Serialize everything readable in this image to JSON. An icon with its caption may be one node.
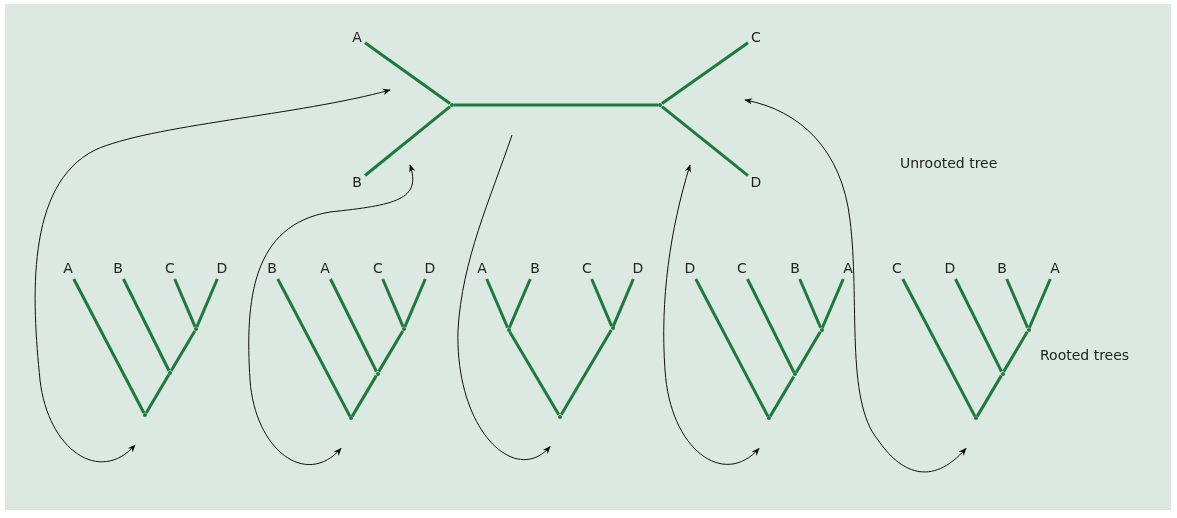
{
  "diagram": {
    "nodes": [
      {
        "text": [
          "A"
        ]
      },
      {
        "text": [
          "B"
        ]
      },
      {
        "text": [
          "C"
        ]
      },
      {
        "text": [
          "D"
        ]
      },
      {
        "text": [],
        "shape": "point"
      },
      {
        "text": [],
        "shape": "point"
      },
      {
        "text": [
          "A"
        ]
      },
      {
        "text": [
          "B"
        ]
      },
      {
        "text": [
          "C"
        ]
      },
      {
        "text": [
          "D"
        ]
      },
      {
        "text": [],
        "shape": "point"
      },
      {
        "text": [],
        "shape": "point"
      },
      {
        "text": [],
        "shape": "point"
      },
      {
        "text": [
          "B"
        ]
      },
      {
        "text": [
          "A"
        ]
      },
      {
        "text": [
          "C"
        ]
      },
      {
        "text": [
          "D"
        ]
      },
      {
        "text": [],
        "shape": "point"
      },
      {
        "text": [],
        "shape": "point"
      },
      {
        "text": [],
        "shape": "point"
      },
      {
        "text": [
          "A"
        ]
      },
      {
        "text": [
          "B"
        ]
      },
      {
        "text": [
          "C"
        ]
      },
      {
        "text": [
          "D"
        ]
      },
      {
        "text": [],
        "shape": "point"
      },
      {
        "text": [],
        "shape": "point"
      },
      {
        "text": [],
        "shape": "point"
      },
      {
        "text": [
          "D"
        ]
      },
      {
        "text": [
          "C"
        ]
      },
      {
        "text": [
          "B"
        ]
      },
      {
        "text": [
          "A"
        ]
      },
      {
        "text": [],
        "shape": "point"
      },
      {
        "text": [],
        "shape": "point"
      },
      {
        "text": [],
        "shape": "point"
      },
      {
        "text": [
          "C"
        ]
      },
      {
        "text": [
          "D"
        ]
      },
      {
        "text": [
          "B"
        ]
      },
      {
        "text": [
          "A"
        ]
      },
      {
        "text": [],
        "shape": "point"
      },
      {
        "text": [],
        "shape": "point"
      },
      {
        "text": [],
        "shape": "point"
      }
    ],
    "edges": [
      {
        "from": 0,
        "to": 4,
        "arrow": "none"
      },
      {
        "from": 1,
        "to": 4,
        "arrow": "none"
      },
      {
        "from": 4,
        "to": 5,
        "arrow": "none"
      },
      {
        "from": 5,
        "to": 2,
        "arrow": "none"
      },
      {
        "from": 5,
        "to": 3,
        "arrow": "none"
      },
      {
        "from": 8,
        "to": 10,
        "arrow": "none"
      },
      {
        "from": 9,
        "to": 10,
        "arrow": "none"
      },
      {
        "from": 7,
        "to": 11,
        "arrow": "none"
      },
      {
        "from": 10,
        "to": 11,
        "arrow": "none"
      },
      {
        "from": 6,
        "to": 12,
        "arrow": "none"
      },
      {
        "from": 11,
        "to": 12,
        "arrow": "none"
      },
      {
        "from": 15,
        "to": 17,
        "arrow": "none"
      },
      {
        "from": 16,
        "to": 17,
        "arrow": "none"
      },
      {
        "from": 14,
        "to": 18,
        "arrow": "none"
      },
      {
        "from": 17,
        "to": 18,
        "arrow": "none"
      },
      {
        "from": 13,
        "to": 19,
        "arrow": "none"
      },
      {
        "from": 18,
        "to": 19,
        "arrow": "none"
      },
      {
        "from": 20,
        "to": 24,
        "arrow": "none"
      },
      {
        "from": 21,
        "to": 24,
        "arrow": "none"
      },
      {
        "from": 22,
        "to": 25,
        "arrow": "none"
      },
      {
        "from": 23,
        "to": 25,
        "arrow": "none"
      },
      {
        "from": 24,
        "to": 26,
        "arrow": "none"
      },
      {
        "from": 25,
        "to": 26,
        "arrow": "none"
      },
      {
        "from": 29,
        "to": 31,
        "arrow": "none"
      },
      {
        "from": 30,
        "to": 31,
        "arrow": "none"
      },
      {
        "from": 28,
        "to": 32,
        "arrow": "none"
      },
      {
        "from": 31,
        "to": 32,
        "arrow": "none"
      },
      {
        "from": 27,
        "to": 33,
        "arrow": "none"
      },
      {
        "from": 32,
        "to": 33,
        "arrow": "none"
      },
      {
        "from": 36,
        "to": 38,
        "arrow": "none"
      },
      {
        "from": 37,
        "to": 38,
        "arrow": "none"
      },
      {
        "from": 35,
        "to": 39,
        "arrow": "none"
      },
      {
        "from": 38,
        "to": 39,
        "arrow": "none"
      },
      {
        "from": 34,
        "to": 40,
        "arrow": "none"
      },
      {
        "from": 39,
        "to": 40,
        "arrow": "none"
      },
      {
        "from": null,
        "to": 12,
        "arrow": "both",
        "color": "#111111"
      },
      {
        "from": null,
        "to": 19,
        "arrow": "both",
        "color": "#111111"
      },
      {
        "from": null,
        "to": 26,
        "arrow": "to",
        "color": "#111111"
      },
      {
        "from": null,
        "to": 33,
        "arrow": "both",
        "color": "#111111"
      },
      {
        "from": null,
        "to": 40,
        "arrow": "both",
        "color": "#111111"
      }
    ],
    "labels": [
      "Unrooted tree",
      "Rooted trees"
    ]
  }
}
